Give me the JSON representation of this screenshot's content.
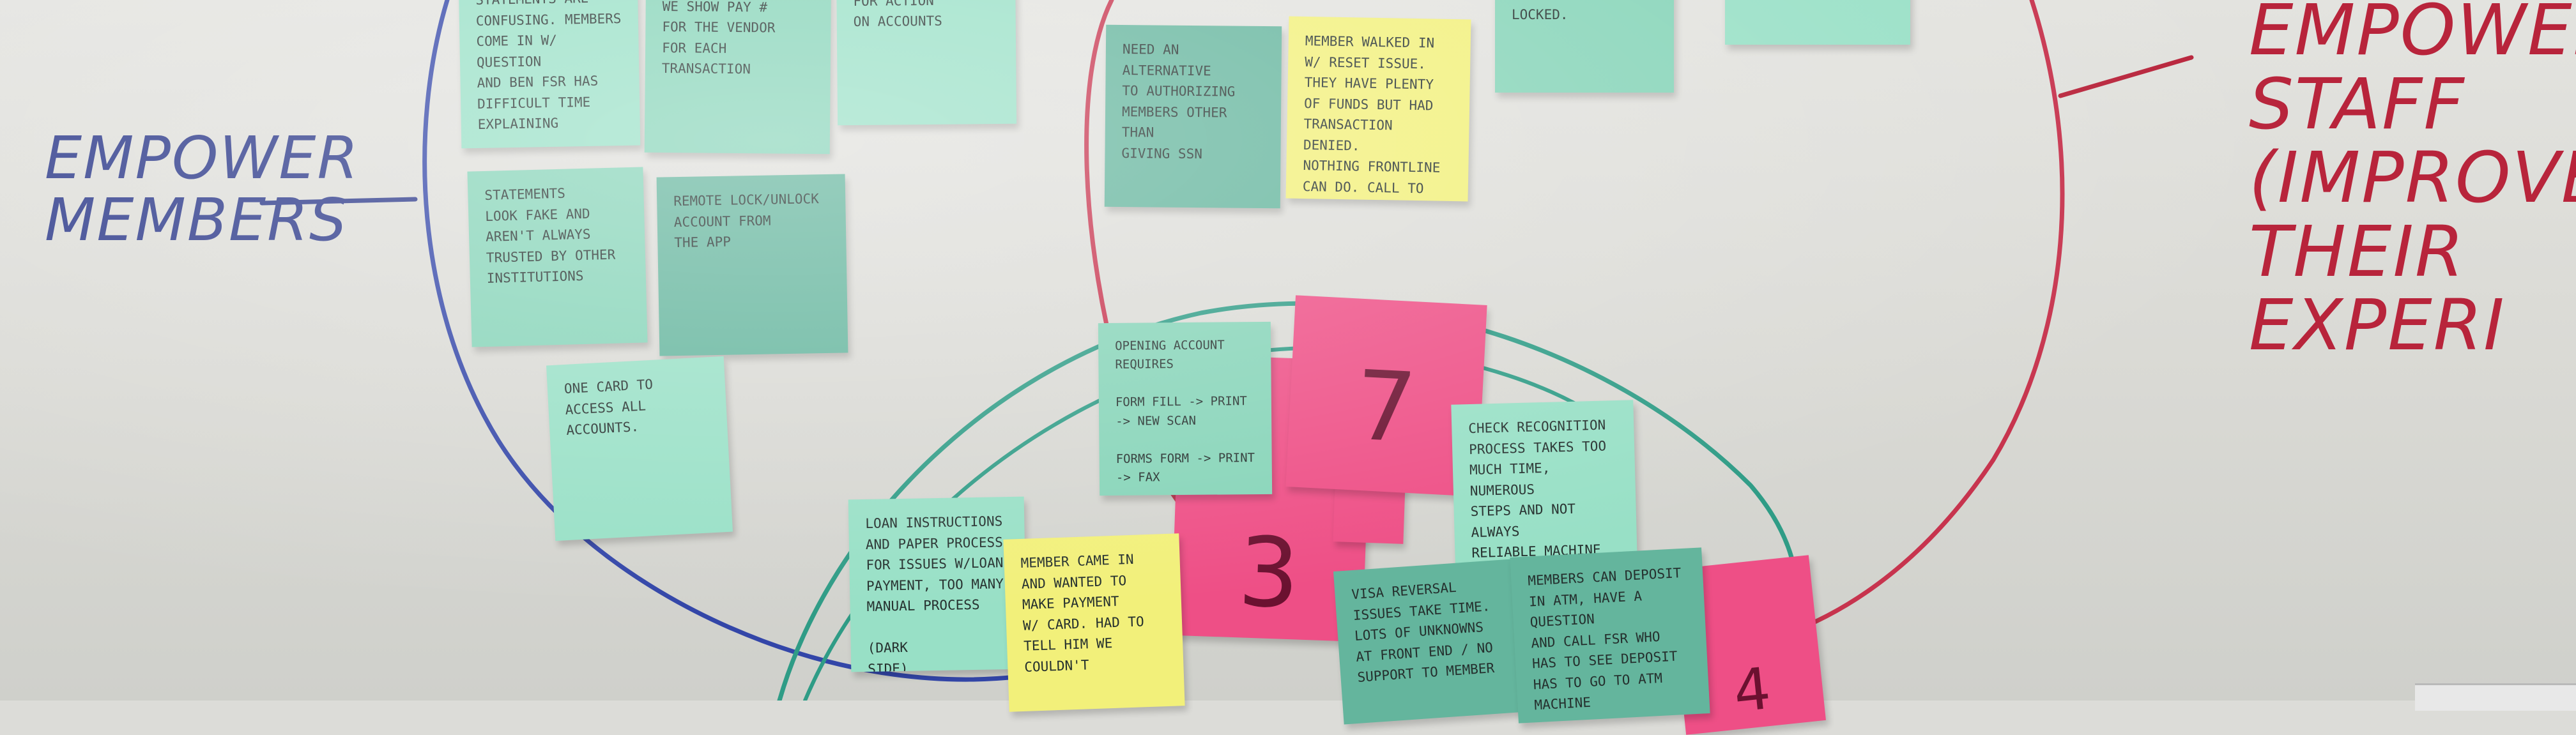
{
  "labels": {
    "empower_members": "EMPOWER\nMEMBERS",
    "empower_staff": "EMPOWER\nSTAFF\n(IMPROVE\nTHEIR EXPERI"
  },
  "notes": {
    "statements_confusing": "STATEMENTS ARE\nCONFUSING. MEMBERS\nCOME IN W/ QUESTION\nAND BEN FSR HAS\nDIFFICULT TIME\nEXPLAINING",
    "statement_vendor": "ON STATEMENT CAN\nWE SHOW PAY #\nFOR THE VENDOR\nFOR EACH TRANSACTION",
    "better_alerts": "BETTER ALERTS\nFOR ACTION\nON ACCOUNTS",
    "statements_look_fake": "STATEMENTS\nLOOK FAKE AND\nAREN'T ALWAYS\nTRUSTED BY OTHER\nINSTITUTIONS",
    "remote_lock": "REMOTE LOCK/UNLOCK\nACCOUNT FROM\nTHE APP",
    "one_card": "ONE CARD TO\nACCESS ALL\nACCOUNTS.",
    "need_alternative": "NEED AN ALTERNATIVE\nTO AUTHORIZING\nMEMBERS OTHER THAN\nGIVING SSN",
    "member_walked_in": "MEMBER WALKED IN\nW/ RESET ISSUE.\nTHEY HAVE PLENTY\nOF FUNDS BUT HAD\nTRANSACTION DENIED.\nNOTHING FRONTLINE\nCAN DO. CALL TO\nBACK NOT ALWAYS AVAIL",
    "card_locked": "CARD IS LOCKED\nAS TO WHY CARD IS\nLOCKED.",
    "top_right_note": "",
    "opening_account": "OPENING ACCOUNT\nREQUIRES\n\nFORM FILL -> PRINT -> NEW SCAN\n\nFORMS FORM -> PRINT -> FAX\n\nDUMB",
    "loan_instructions": "LOAN INSTRUCTIONS\nAND PAPER PROCESS\nFOR ISSUES W/LOAN\nPAYMENT, TOO MANY\nMANUAL PROCESS\n\n(DARK\nSIDE)",
    "member_came_in": "MEMBER CAME IN\nAND WANTED TO\nMAKE PAYMENT\nW/ CARD. HAD TO\nTELL HIM WE\nCOULDN'T",
    "check_recognition": "CHECK RECOGNITION\nPROCESS TAKES TOO\nMUCH TIME, NUMEROUS\nSTEPS AND NOT ALWAYS\nRELIABLE MACHINE",
    "visa_reversal": "VISA REVERSAL\nISSUES TAKE TIME.\nLOTS OF UNKNOWNS\nAT FRONT END / NO\nSUPPORT TO MEMBER",
    "members_can_deposit": "MEMBERS CAN DEPOSIT\nIN ATM, HAVE A QUESTION\nAND CALL FSR WHO\nHAS TO SEE DEPOSIT\nHAS TO GO TO ATM\nMACHINE",
    "vote_7": "7",
    "vote_3": "3",
    "vote_4": "4"
  },
  "colors": {
    "blue_ink": "#2d3a8a",
    "red_ink": "#b8243b",
    "teal_ink": "#2f9c86",
    "mint_note": "#98e0c6",
    "teal_note": "#64b59d",
    "yellow_note": "#f2f07a",
    "pink_note": "#ee4f86"
  }
}
